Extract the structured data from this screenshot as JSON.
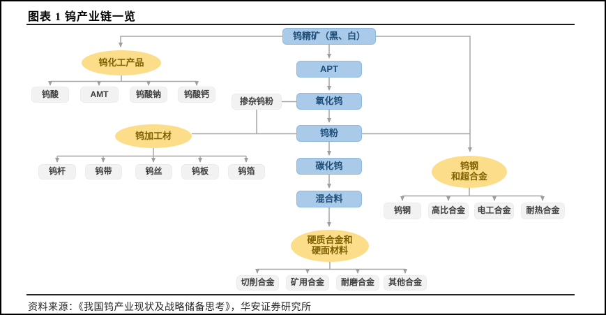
{
  "header": {
    "title": "图表 1 钨产业链一览"
  },
  "footer": {
    "source": "资料来源：《我国钨产业现状及战略储备思考》，华安证券研究所"
  },
  "colors": {
    "process_box_fill": "#A9CBE9",
    "process_box_text": "#1F4E79",
    "category_ellipse_fill": "#FBDD8A",
    "category_ellipse_text": "#7F6000",
    "leaf_box_fill": "#F2F2F2",
    "leaf_box_text": "#3F3F3F",
    "connector_line": "#A6A6A6"
  },
  "diagram": {
    "main_chain": [
      "钨精矿（黑、白）",
      "APT",
      "氧化钨",
      "钨粉",
      "碳化钨",
      "混合料"
    ],
    "side_input": "掺杂钨粉",
    "groups": [
      {
        "label": "钨化工产品",
        "children": [
          "钨酸",
          "AMT",
          "钨酸钠",
          "钨酸钙"
        ]
      },
      {
        "label": "钨加工材",
        "children": [
          "钨杆",
          "钨带",
          "钨丝",
          "钨板",
          "钨箔"
        ]
      },
      {
        "label": "钨钢\n和超合金",
        "children": [
          "钨钢",
          "高比合金",
          "电工合金",
          "耐热合金"
        ]
      },
      {
        "label": "硬质合金和\n硬面材料",
        "children": [
          "切削合金",
          "矿用合金",
          "耐磨合金",
          "其他合金"
        ]
      }
    ]
  }
}
